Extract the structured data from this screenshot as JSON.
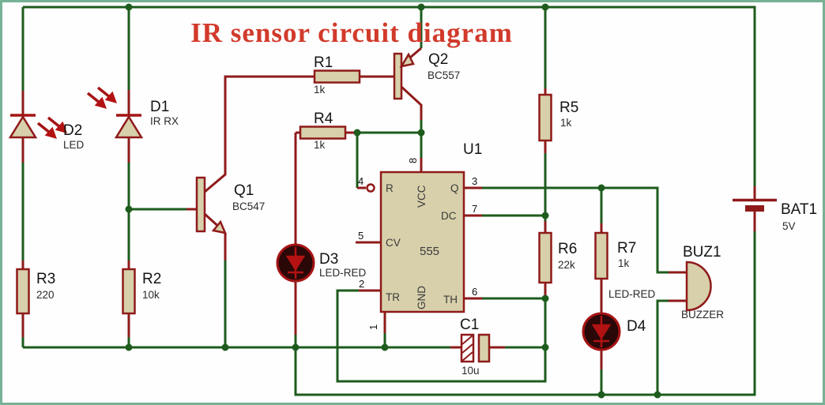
{
  "title": "IR sensor circuit diagram",
  "components": {
    "d2": {
      "ref": "D2",
      "value": "LED"
    },
    "d1": {
      "ref": "D1",
      "value": "IR RX"
    },
    "r3": {
      "ref": "R3",
      "value": "220"
    },
    "r2": {
      "ref": "R2",
      "value": "10k"
    },
    "q1": {
      "ref": "Q1",
      "value": "BC547"
    },
    "q2": {
      "ref": "Q2",
      "value": "BC557"
    },
    "r1": {
      "ref": "R1",
      "value": "1k"
    },
    "r4": {
      "ref": "R4",
      "value": "1k"
    },
    "d3": {
      "ref": "D3",
      "value": "LED-RED"
    },
    "c1": {
      "ref": "C1",
      "value": "10u"
    },
    "r5": {
      "ref": "R5",
      "value": "1k"
    },
    "r6": {
      "ref": "R6",
      "value": "22k"
    },
    "r7": {
      "ref": "R7",
      "value": "1k"
    },
    "d4": {
      "ref": "D4",
      "value": "LED-RED"
    },
    "buz1": {
      "ref": "BUZ1",
      "value": "BUZZER"
    },
    "bat1": {
      "ref": "BAT1",
      "value": "5V"
    }
  },
  "u1": {
    "ref": "U1",
    "chip": "555",
    "pins": {
      "r": "R",
      "cv": "CV",
      "tr": "TR",
      "vcc": "VCC",
      "gnd": "GND",
      "q": "Q",
      "dc": "DC",
      "th": "TH"
    },
    "numbers": {
      "n1": "1",
      "n2": "2",
      "n3": "3",
      "n4": "4",
      "n5": "5",
      "n6": "6",
      "n7": "7",
      "n8": "8"
    }
  },
  "colors": {
    "wire_green": "#1d5c1d",
    "component_red": "#8f1a1a",
    "body_fill": "#d7d0ab",
    "title_red": "#d13a2b",
    "frame_teal": "#76b193"
  }
}
